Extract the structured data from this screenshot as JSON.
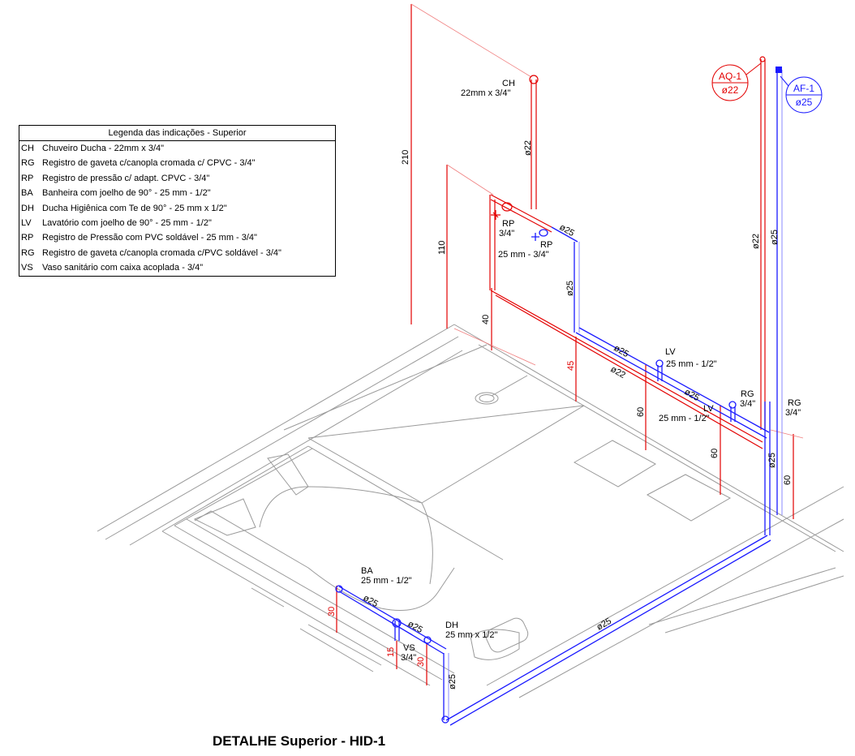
{
  "legend": {
    "title": "Legenda das indicações - Superior",
    "items": [
      {
        "code": "CH",
        "desc": "Chuveiro Ducha - 22mm x 3/4\""
      },
      {
        "code": "RG",
        "desc": "Registro de gaveta c/canopla cromada c/ CPVC - 3/4\""
      },
      {
        "code": "RP",
        "desc": "Registro de pressão c/ adapt. CPVC - 3/4\""
      },
      {
        "code": "BA",
        "desc": "Banheira com joelho de 90° - 25 mm - 1/2\""
      },
      {
        "code": "DH",
        "desc": "Ducha Higiênica com Te de 90° - 25 mm x 1/2\""
      },
      {
        "code": "LV",
        "desc": "Lavatório com joelho de 90° - 25 mm - 1/2\""
      },
      {
        "code": "RP",
        "desc": "Registro de Pressão com PVC soldável - 25 mm - 3/4\""
      },
      {
        "code": "RG",
        "desc": "Registro de gaveta c/canopla cromada c/PVC soldável - 3/4\""
      },
      {
        "code": "VS",
        "desc": "Vaso sanitário com caixa acoplada - 3/4\""
      }
    ]
  },
  "title": "DETALHE Superior - HID-1",
  "colors": {
    "hot": "#e30000",
    "cold": "#1a1aff",
    "architecture": "#9a9a9a"
  },
  "risers": {
    "hot": {
      "name": "AQ-1",
      "diameter": "ø22"
    },
    "cold": {
      "name": "AF-1",
      "diameter": "ø25"
    }
  },
  "labels": {
    "ch_code": "CH",
    "ch_spec": "22mm x 3/4\"",
    "rp1_code": "RP",
    "rp1_spec": "3/4\"",
    "rp2_code": "RP",
    "rp2_spec": "25 mm - 3/4\"",
    "lv1_code": "LV",
    "lv1_spec": "25 mm - 1/2\"",
    "lv2_code": "LV",
    "lv2_spec": "25 mm - 1/2\"",
    "rg1_code": "RG",
    "rg1_spec": "3/4\"",
    "rg2_code": "RG",
    "rg2_spec": "3/4\"",
    "ba_code": "BA",
    "ba_spec": "25 mm - 1/2\"",
    "dh_code": "DH",
    "dh_spec": "25 mm x 1/2\"",
    "vs_code": "VS",
    "vs_spec": "3/4\""
  },
  "diameters": {
    "d22_ch": "ø22",
    "d25_rp": "ø25",
    "d25_down": "ø25",
    "d25_h1": "ø25",
    "d22_h1": "ø22",
    "d25_h2": "ø25",
    "d22_riser": "ø22",
    "d25_riser": "ø25",
    "d25_vert": "ø25",
    "d25_long": "ø25",
    "d25_ba": "ø25",
    "d25_dh": "ø25",
    "d25_bottom": "ø25"
  },
  "dimensions": {
    "h210": "210",
    "h110": "110",
    "h40": "40",
    "h45": "45",
    "h60a": "60",
    "h60b": "60",
    "h60c": "60",
    "h30a": "30",
    "h15": "15",
    "h30b": "30"
  }
}
